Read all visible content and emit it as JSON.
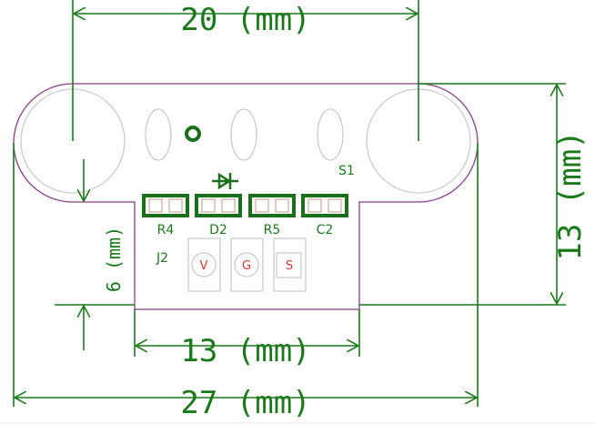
{
  "dimensions": {
    "top_width": "20 (mm)",
    "right_height": "13 (mm)",
    "left_height": "6 (mm)",
    "bottom_inner_width": "13 (mm)",
    "bottom_total_width": "27 (mm)"
  },
  "components": {
    "s1": "S1",
    "r4": "R4",
    "d2": "D2",
    "r5": "R5",
    "c2": "C2",
    "j2": "J2"
  },
  "pins": [
    "V",
    "G",
    "S"
  ],
  "colors": {
    "dimension": "#1a7a1a",
    "outline": "#8a3b8a",
    "pin_text": "#dd3333"
  }
}
